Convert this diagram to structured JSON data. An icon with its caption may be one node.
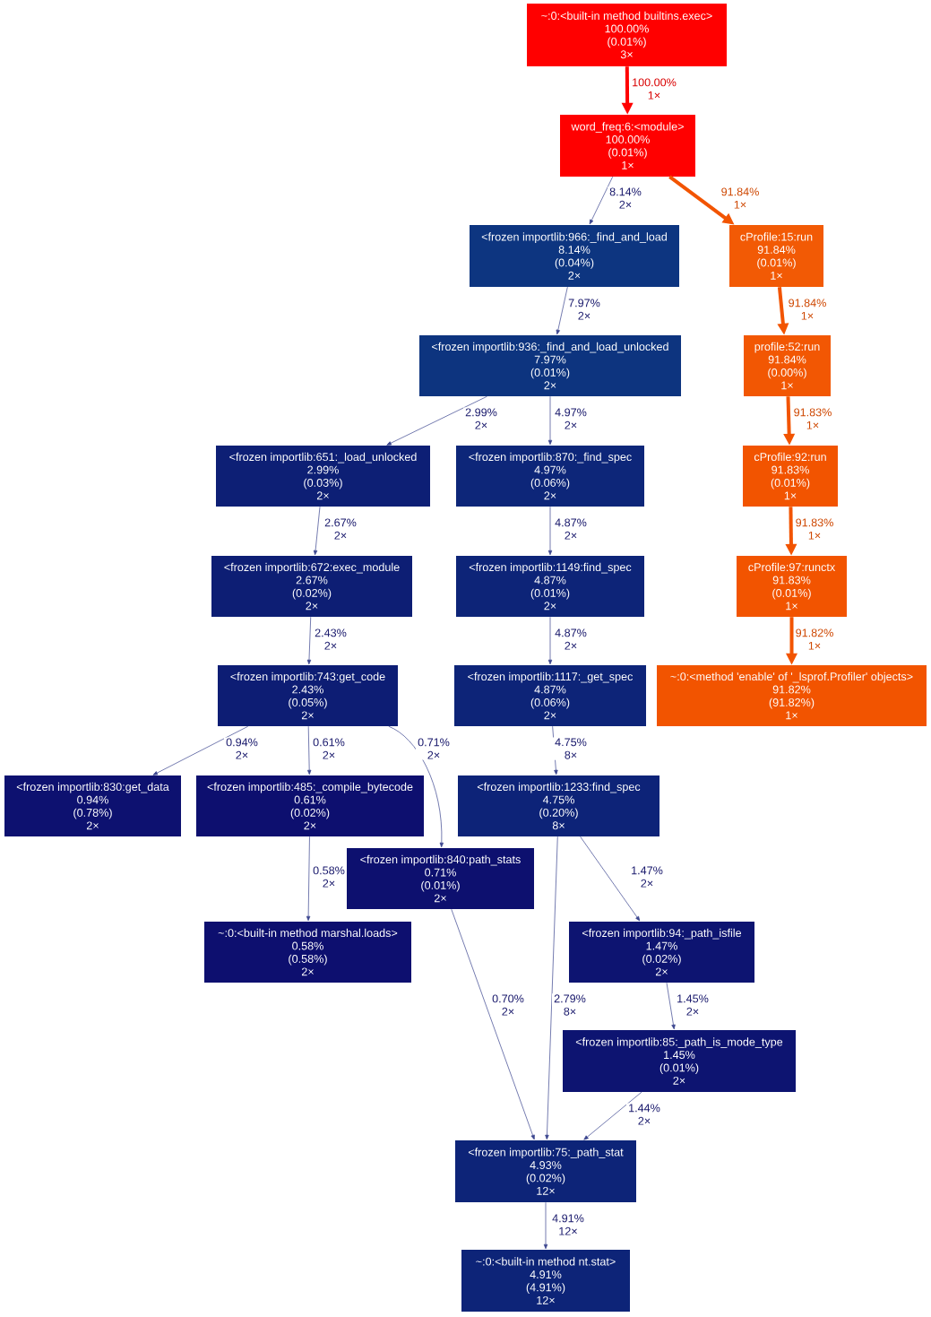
{
  "diagram": {
    "nodes": [
      {
        "text": [
          "~:0:<built-in method builtins.exec>",
          "100.00%",
          "(0.01%)",
          "3×"
        ]
      },
      {
        "text": [
          "word_freq:6:<module>",
          "100.00%",
          "(0.01%)",
          "1×"
        ]
      },
      {
        "text": [
          "<frozen importlib:966:_find_and_load",
          "8.14%",
          "(0.04%)",
          "2×"
        ]
      },
      {
        "text": [
          "cProfile:15:run",
          "91.84%",
          "(0.01%)",
          "1×"
        ]
      },
      {
        "text": [
          "<frozen importlib:936:_find_and_load_unlocked",
          "7.97%",
          "(0.01%)",
          "2×"
        ]
      },
      {
        "text": [
          "profile:52:run",
          "91.84%",
          "(0.00%)",
          "1×"
        ]
      },
      {
        "text": [
          "<frozen importlib:651:_load_unlocked",
          "2.99%",
          "(0.03%)",
          "2×"
        ]
      },
      {
        "text": [
          "<frozen importlib:870:_find_spec",
          "4.97%",
          "(0.06%)",
          "2×"
        ]
      },
      {
        "text": [
          "cProfile:92:run",
          "91.83%",
          "(0.01%)",
          "1×"
        ]
      },
      {
        "text": [
          "<frozen importlib:672:exec_module",
          "2.67%",
          "(0.02%)",
          "2×"
        ]
      },
      {
        "text": [
          "<frozen importlib:1149:find_spec",
          "4.87%",
          "(0.01%)",
          "2×"
        ]
      },
      {
        "text": [
          "cProfile:97:runctx",
          "91.83%",
          "(0.01%)",
          "1×"
        ]
      },
      {
        "text": [
          "<frozen importlib:743:get_code",
          "2.43%",
          "(0.05%)",
          "2×"
        ]
      },
      {
        "text": [
          "<frozen importlib:1117:_get_spec",
          "4.87%",
          "(0.06%)",
          "2×"
        ]
      },
      {
        "text": [
          "~:0:<method 'enable' of '_lsprof.Profiler' objects>",
          "91.82%",
          "(91.82%)",
          "1×"
        ]
      },
      {
        "text": [
          "<frozen importlib:830:get_data",
          "0.94%",
          "(0.78%)",
          "2×"
        ]
      },
      {
        "text": [
          "<frozen importlib:485:_compile_bytecode",
          "0.61%",
          "(0.02%)",
          "2×"
        ]
      },
      {
        "text": [
          "<frozen importlib:1233:find_spec",
          "4.75%",
          "(0.20%)",
          "8×"
        ]
      },
      {
        "text": [
          "<frozen importlib:840:path_stats",
          "0.71%",
          "(0.01%)",
          "2×"
        ]
      },
      {
        "text": [
          "~:0:<built-in method marshal.loads>",
          "0.58%",
          "(0.58%)",
          "2×"
        ]
      },
      {
        "text": [
          "<frozen importlib:94:_path_isfile",
          "1.47%",
          "(0.02%)",
          "2×"
        ]
      },
      {
        "text": [
          "<frozen importlib:85:_path_is_mode_type",
          "1.45%",
          "(0.01%)",
          "2×"
        ]
      },
      {
        "text": [
          "<frozen importlib:75:_path_stat",
          "4.93%",
          "(0.02%)",
          "12×"
        ]
      },
      {
        "text": [
          "~:0:<built-in method nt.stat>",
          "4.91%",
          "(4.91%)",
          "12×"
        ]
      }
    ],
    "edges": [
      {
        "from": 0,
        "to": 1,
        "arrow": "to",
        "label": "100.00% 1×",
        "style": "thick",
        "color": "#ff0000"
      },
      {
        "from": 1,
        "to": 2,
        "arrow": "to",
        "label": "8.14% 2×"
      },
      {
        "from": 1,
        "to": 3,
        "arrow": "to",
        "label": "91.84% 1×",
        "style": "thick",
        "color": "#f25400"
      },
      {
        "from": 2,
        "to": 4,
        "arrow": "to",
        "label": "7.97% 2×"
      },
      {
        "from": 3,
        "to": 5,
        "arrow": "to",
        "label": "91.84% 1×",
        "style": "thick",
        "color": "#f25400"
      },
      {
        "from": 4,
        "to": 6,
        "arrow": "to",
        "label": "2.99% 2×"
      },
      {
        "from": 4,
        "to": 7,
        "arrow": "to",
        "label": "4.97% 2×"
      },
      {
        "from": 5,
        "to": 8,
        "arrow": "to",
        "label": "91.83% 1×",
        "style": "thick",
        "color": "#f25400"
      },
      {
        "from": 6,
        "to": 9,
        "arrow": "to",
        "label": "2.67% 2×"
      },
      {
        "from": 7,
        "to": 10,
        "arrow": "to",
        "label": "4.87% 2×"
      },
      {
        "from": 8,
        "to": 11,
        "arrow": "to",
        "label": "91.83% 1×",
        "style": "thick",
        "color": "#f25400"
      },
      {
        "from": 9,
        "to": 12,
        "arrow": "to",
        "label": "2.43% 2×"
      },
      {
        "from": 10,
        "to": 13,
        "arrow": "to",
        "label": "4.87% 2×"
      },
      {
        "from": 11,
        "to": 14,
        "arrow": "to",
        "label": "91.82% 1×",
        "style": "thick",
        "color": "#f25400"
      },
      {
        "from": 12,
        "to": 15,
        "arrow": "to",
        "label": "0.94% 2×"
      },
      {
        "from": 12,
        "to": 16,
        "arrow": "to",
        "label": "0.61% 2×"
      },
      {
        "from": 12,
        "to": 18,
        "arrow": "to",
        "label": "0.71% 2×"
      },
      {
        "from": 13,
        "to": 17,
        "arrow": "to",
        "label": "4.75% 8×"
      },
      {
        "from": 16,
        "to": 19,
        "arrow": "to",
        "label": "0.58% 2×"
      },
      {
        "from": 17,
        "to": 20,
        "arrow": "to",
        "label": "1.47% 2×"
      },
      {
        "from": 17,
        "to": 22,
        "arrow": "to",
        "label": "2.79% 8×"
      },
      {
        "from": 18,
        "to": 22,
        "arrow": "to",
        "label": "0.70% 2×"
      },
      {
        "from": 20,
        "to": 21,
        "arrow": "to",
        "label": "1.45% 2×"
      },
      {
        "from": 21,
        "to": 22,
        "arrow": "to",
        "label": "1.44% 2×"
      },
      {
        "from": 22,
        "to": 23,
        "arrow": "to",
        "label": "4.91% 12×"
      }
    ]
  }
}
